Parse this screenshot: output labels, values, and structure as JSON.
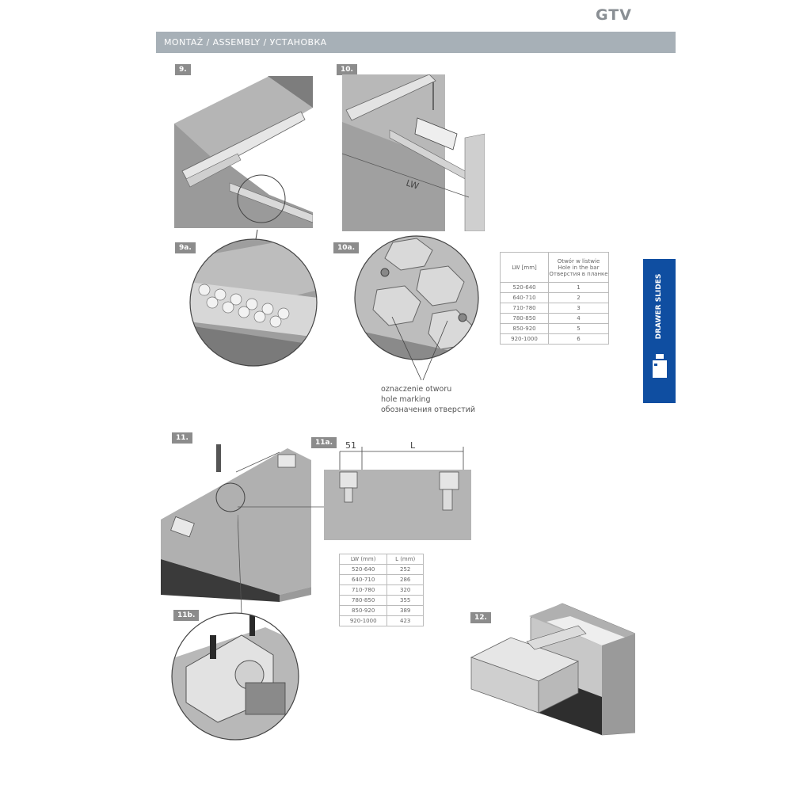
{
  "brand": {
    "logo": "GTV"
  },
  "header": {
    "title": "MONTAŻ / ASSEMBLY / УСТАНОВКА"
  },
  "side_tab": {
    "label": "DRAWER SLIDES",
    "icon": "drawer-icon"
  },
  "steps": {
    "s9": "9.",
    "s9a": "9a.",
    "s10": "10.",
    "s10a": "10a.",
    "s11": "11.",
    "s11a": "11a.",
    "s11b": "11b.",
    "s12": "12."
  },
  "figure_labels": {
    "lw": "LW",
    "dim_51": "51",
    "dim_l": "L"
  },
  "hole_caption": {
    "line1": "oznaczenie otworu",
    "line2": "hole marking",
    "line3": "обозначения отверстий"
  },
  "hole_table": {
    "col1": "LW [mm]",
    "col2_l1": "Otwór w listwie",
    "col2_l2": "Hole in the bar",
    "col2_l3": "Отверстия в планке",
    "rows": [
      [
        "520-640",
        "1"
      ],
      [
        "640-710",
        "2"
      ],
      [
        "710-780",
        "3"
      ],
      [
        "780-850",
        "4"
      ],
      [
        "850-920",
        "5"
      ],
      [
        "920-1000",
        "6"
      ]
    ]
  },
  "length_table": {
    "col1": "LW (mm)",
    "col2": "L (mm)",
    "rows": [
      [
        "520-640",
        "252"
      ],
      [
        "640-710",
        "286"
      ],
      [
        "710-780",
        "320"
      ],
      [
        "780-850",
        "355"
      ],
      [
        "850-920",
        "389"
      ],
      [
        "920-1000",
        "423"
      ]
    ]
  }
}
